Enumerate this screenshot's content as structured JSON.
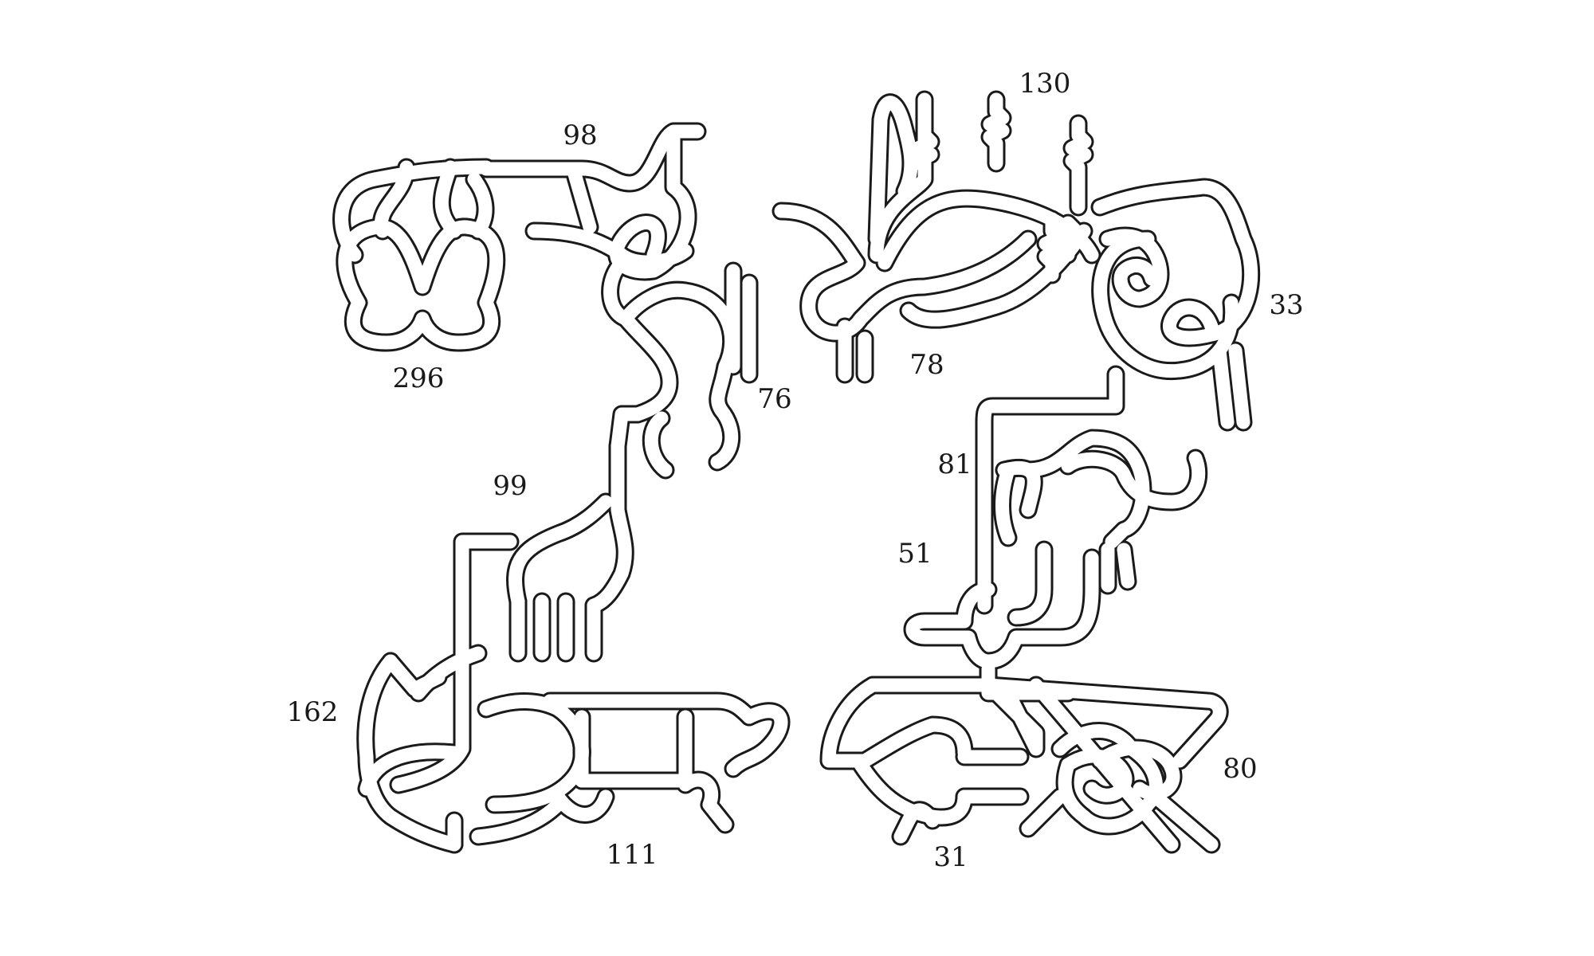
{
  "colors": {
    "background": "#ffffff",
    "line": "#1a1a1a"
  },
  "labels": {
    "l296": "296",
    "l98": "98",
    "l76": "76",
    "l99": "99",
    "l162": "162",
    "l111": "111",
    "l130": "130",
    "l78": "78",
    "l33": "33",
    "l81": "81",
    "l51": "51",
    "l80": "80",
    "l31": "31"
  }
}
